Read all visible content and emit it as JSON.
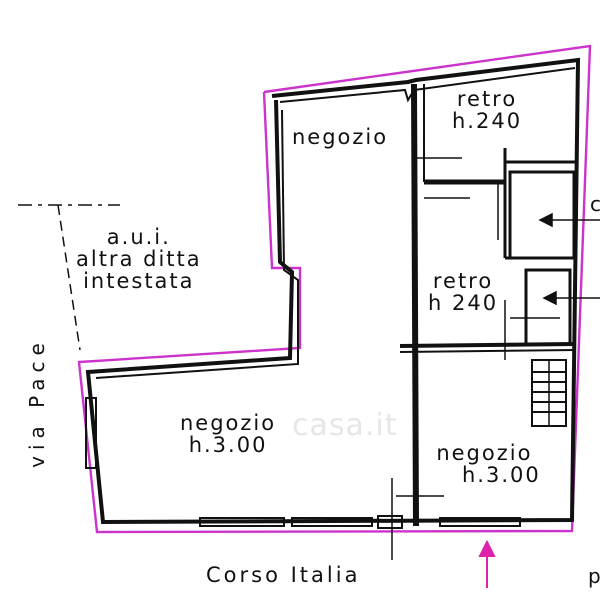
{
  "rooms": [
    {
      "id": "negozio-rear",
      "lines": [
        "negozio"
      ]
    },
    {
      "id": "retro-top",
      "lines": [
        "retro",
        "h.240"
      ]
    },
    {
      "id": "retro-mid",
      "lines": [
        "retro",
        "h 240"
      ]
    },
    {
      "id": "negozio-front-left",
      "lines": [
        "negozio",
        "h.3.00"
      ]
    },
    {
      "id": "negozio-front-right",
      "lines": [
        "negozio",
        "h.3.00"
      ]
    }
  ],
  "neighbour": {
    "lines": [
      "a.u.i.",
      "altra ditta",
      "intestata"
    ]
  },
  "streets": {
    "left": "via Pace",
    "bottom": "Corso Italia"
  },
  "cut_labels": {
    "top": "c",
    "bottom": "p"
  },
  "watermark": "casa.it",
  "colors": {
    "outline": "#cc33cc",
    "wall": "#111111",
    "entrance_arrow": "#dd22aa"
  }
}
